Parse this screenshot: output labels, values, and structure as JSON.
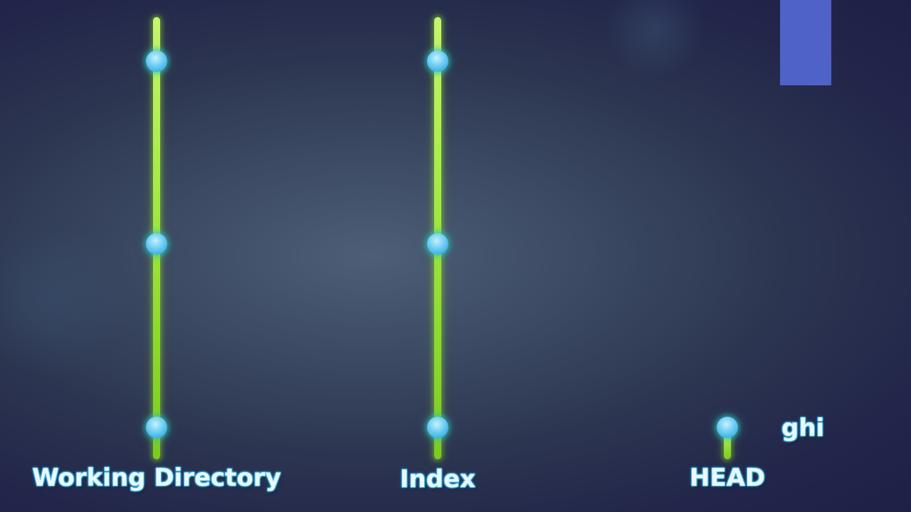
{
  "colors": {
    "accent_rect": "#4f62c8",
    "line_green": "#9ee63a",
    "node_blue": "#5cc4f0",
    "label_text": "#eaf8ff"
  },
  "columns": [
    {
      "label": "Working Directory",
      "node_count": 3
    },
    {
      "label": "Index",
      "node_count": 3
    },
    {
      "label": "HEAD",
      "node_count": 1
    }
  ],
  "head_file_label": "ghi"
}
